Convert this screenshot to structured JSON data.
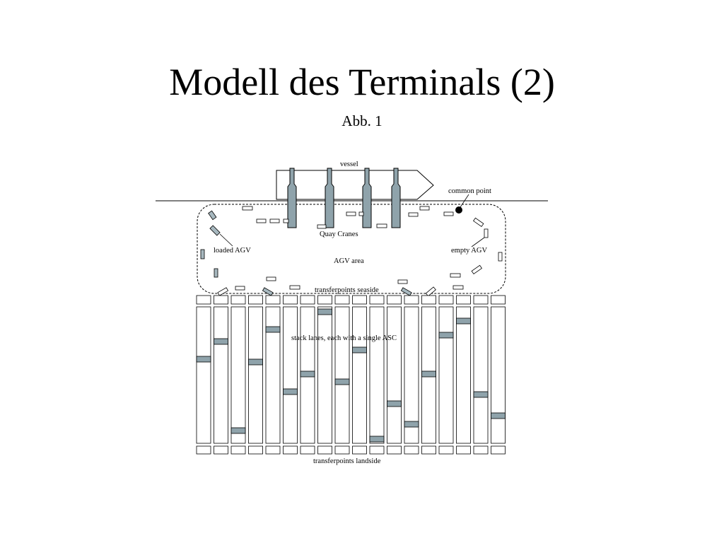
{
  "slide": {
    "title": "Modell des Terminals (2)",
    "subtitle": "Abb. 1"
  },
  "diagram": {
    "labels": {
      "vessel": "vessel",
      "common_point": "common point",
      "quay_cranes": "Quay Cranes",
      "loaded_agv": "loaded AGV",
      "empty_agv": "empty AGV",
      "agv_area": "AGV area",
      "transferpoints_seaside": "transferpoints seaside",
      "stack_lanes": "stack lanes, each with a single ASC",
      "transferpoints_landside": "transferpoints landside"
    },
    "stack_lane_count": 18,
    "quay_crane_count": 4,
    "colors": {
      "crane_fill": "#8fa3ab",
      "loaded_agv_fill": "#a7b8bf",
      "asc_fill": "#8fa3ab",
      "line": "#000000"
    }
  }
}
